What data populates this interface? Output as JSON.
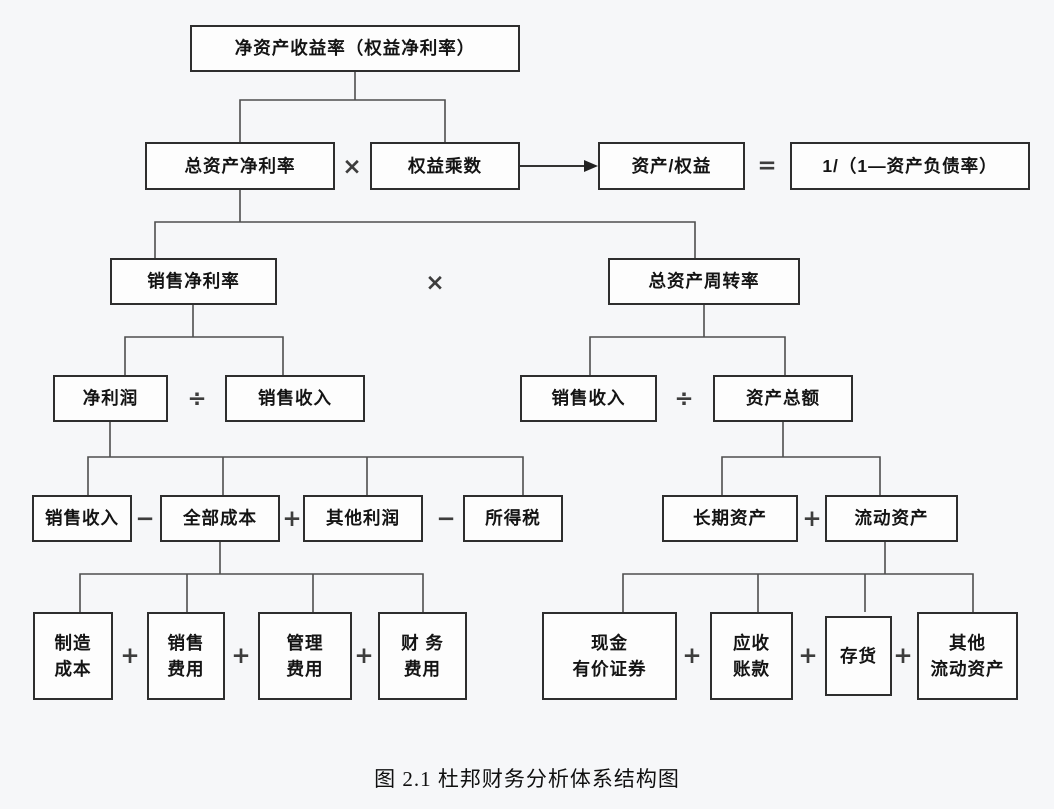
{
  "figure": {
    "caption": "图 2.1 杜邦财务分析体系结构图"
  },
  "operators": {
    "multiply": "×",
    "divide": "÷",
    "plus": "+",
    "minus": "−",
    "equals": "="
  },
  "nodes": {
    "roe": "净资产收益率（权益净利率）",
    "total_asset_net_margin": "总资产净利率",
    "equity_multiplier": "权益乘数",
    "assets_over_equity": "资产/权益",
    "leverage_formula": "1/（1—资产负债率）",
    "net_profit_margin": "销售净利率",
    "total_asset_turnover": "总资产周转率",
    "net_profit": "净利润",
    "sales_revenue_1": "销售收入",
    "sales_revenue_2": "销售收入",
    "total_assets": "资产总额",
    "sales_revenue_3": "销售收入",
    "total_cost": "全部成本",
    "other_profit": "其他利润",
    "income_tax": "所得税",
    "long_term_assets": "长期资产",
    "current_assets": "流动资产",
    "manufacturing_cost": "制造\n成本",
    "selling_expense": "销售\n费用",
    "admin_expense": "管理\n费用",
    "financial_expense": "财 务\n费用",
    "cash_and_securities": "现金\n有价证券",
    "accounts_receivable": "应收\n账款",
    "inventory": "存货",
    "other_current_assets": "其他\n流动资产"
  }
}
